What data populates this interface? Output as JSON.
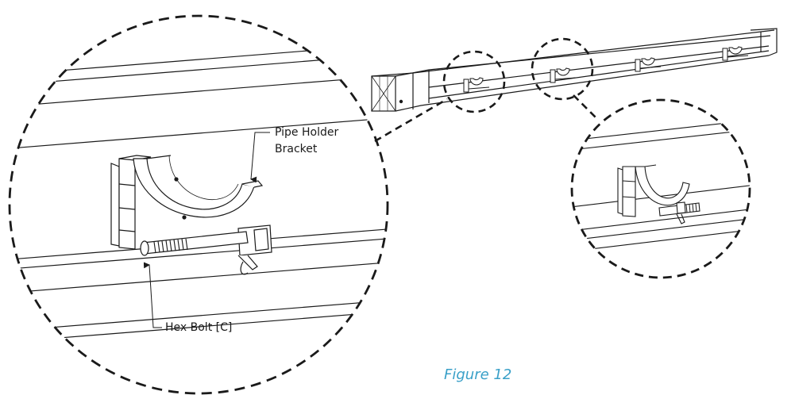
{
  "labels": {
    "pipe_holder_line1": "Pipe Holder",
    "pipe_holder_line2": "Bracket",
    "hex_bolt": "Hex Bolt [C]"
  },
  "caption": "Figure 12",
  "colors": {
    "line": "#1a1a1a",
    "caption": "#3aa0c8",
    "background": "#ffffff"
  }
}
